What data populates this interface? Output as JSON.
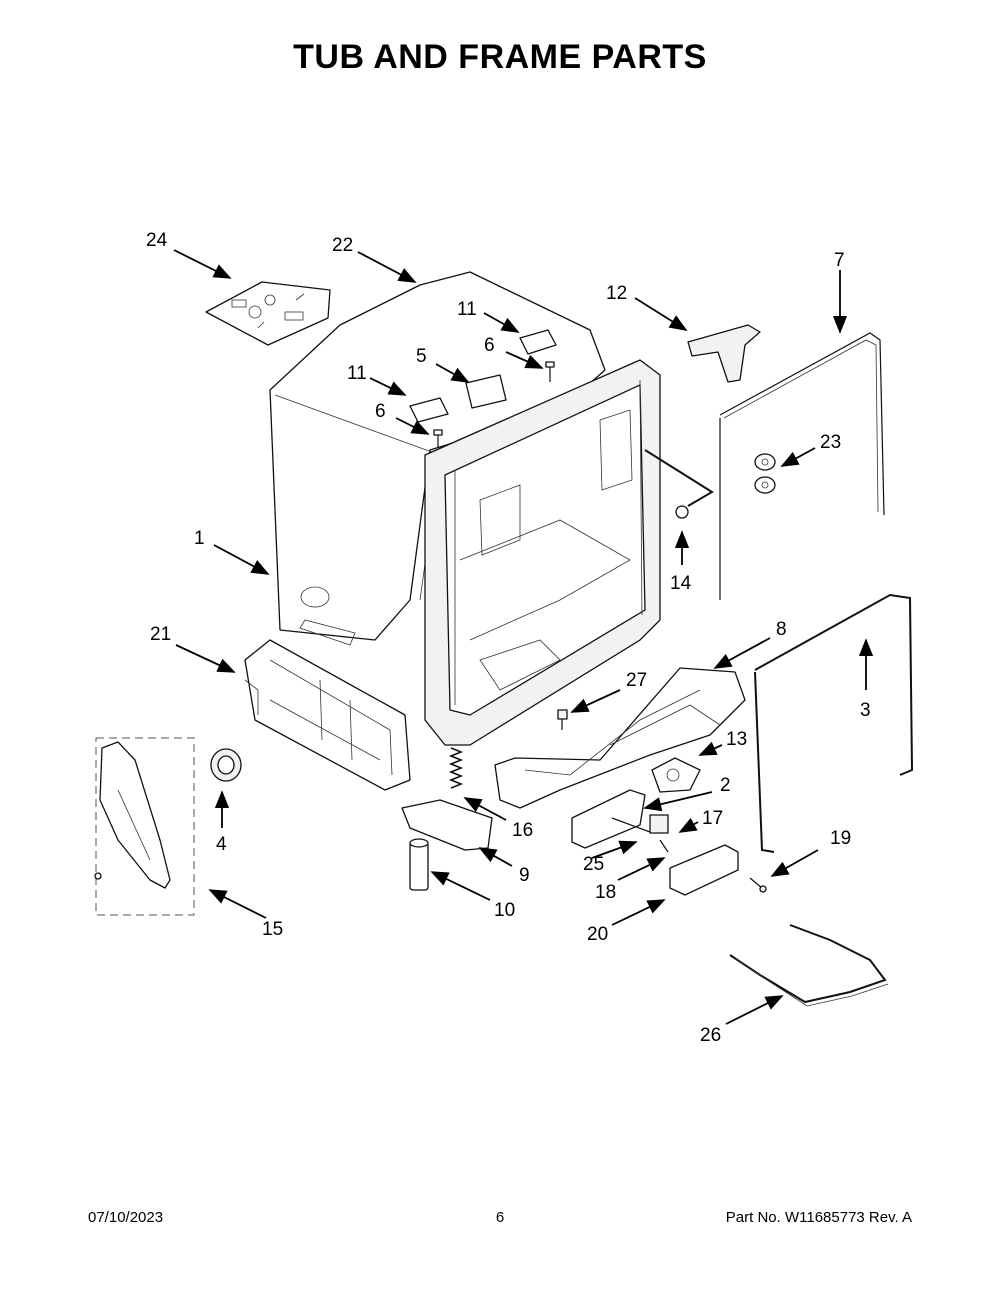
{
  "page": {
    "title": "TUB AND FRAME PARTS",
    "footer": {
      "date": "07/10/2023",
      "page_number": "6",
      "part_info": "Part No.  W11685773  Rev.  A"
    }
  },
  "callouts": [
    {
      "id": "c24",
      "label": "24"
    },
    {
      "id": "c22",
      "label": "22"
    },
    {
      "id": "c7",
      "label": "7"
    },
    {
      "id": "c12",
      "label": "12"
    },
    {
      "id": "c11a",
      "label": "11"
    },
    {
      "id": "c6a",
      "label": "6"
    },
    {
      "id": "c5",
      "label": "5"
    },
    {
      "id": "c11b",
      "label": "11"
    },
    {
      "id": "c6b",
      "label": "6"
    },
    {
      "id": "c23",
      "label": "23"
    },
    {
      "id": "c1",
      "label": "1"
    },
    {
      "id": "c14",
      "label": "14"
    },
    {
      "id": "c21",
      "label": "21"
    },
    {
      "id": "c8",
      "label": "8"
    },
    {
      "id": "c3",
      "label": "3"
    },
    {
      "id": "c27",
      "label": "27"
    },
    {
      "id": "c13",
      "label": "13"
    },
    {
      "id": "c2",
      "label": "2"
    },
    {
      "id": "c4",
      "label": "4"
    },
    {
      "id": "c16",
      "label": "16"
    },
    {
      "id": "c17",
      "label": "17"
    },
    {
      "id": "c19",
      "label": "19"
    },
    {
      "id": "c25",
      "label": "25"
    },
    {
      "id": "c9",
      "label": "9"
    },
    {
      "id": "c18",
      "label": "18"
    },
    {
      "id": "c10",
      "label": "10"
    },
    {
      "id": "c20",
      "label": "20"
    },
    {
      "id": "c15",
      "label": "15"
    },
    {
      "id": "c26",
      "label": "26"
    }
  ]
}
